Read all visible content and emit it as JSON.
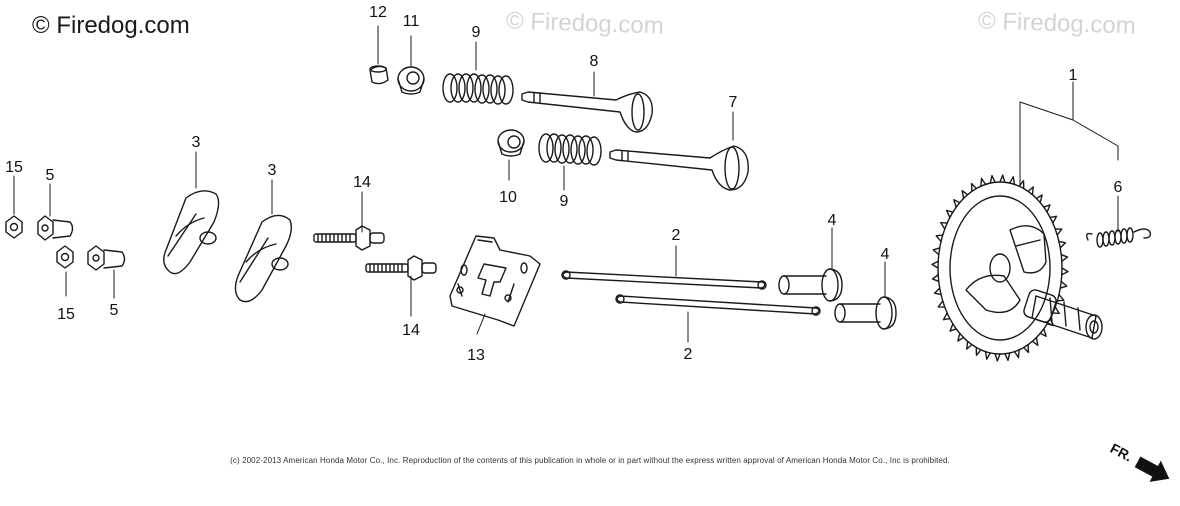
{
  "watermark": {
    "main": "© Firedog.com",
    "center": "© Firedog.com",
    "right": "© Firedog.com"
  },
  "callouts": {
    "c1": "1",
    "c2_top": "2",
    "c2_bottom": "2",
    "c3_left": "3",
    "c3_right": "3",
    "c4_left": "4",
    "c4_right": "4",
    "c5_top": "5",
    "c5_bottom": "5",
    "c6": "6",
    "c7": "7",
    "c8": "8",
    "c9_top": "9",
    "c9_bottom": "9",
    "c10": "10",
    "c11": "11",
    "c12": "12",
    "c13": "13",
    "c14_top": "14",
    "c14_bottom": "14",
    "c15_top": "15",
    "c15_bottom": "15"
  },
  "footer": {
    "copyright": "(c) 2002-2013 American Honda Motor Co., Inc. Reproduction of the contents of this publication in whole or in part without the express written approval of American Honda Motor Co., Inc is prohibited.",
    "front_marker": "FR."
  },
  "colors": {
    "ink": "#1a1a1a",
    "watermark_faint": "#d4d4d4"
  }
}
